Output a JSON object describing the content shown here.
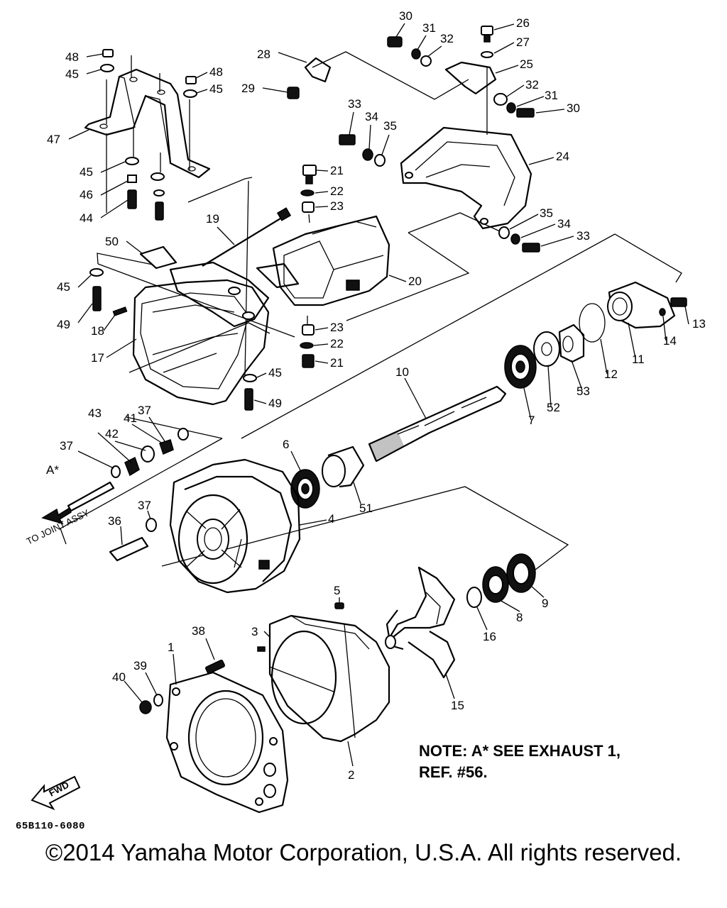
{
  "diagram": {
    "part_numbers": [
      "1",
      "2",
      "3",
      "4",
      "5",
      "6",
      "7",
      "8",
      "9",
      "10",
      "11",
      "12",
      "13",
      "14",
      "15",
      "16",
      "17",
      "18",
      "19",
      "20",
      "21",
      "22",
      "23",
      "24",
      "25",
      "26",
      "27",
      "28",
      "29",
      "30",
      "31",
      "32",
      "33",
      "34",
      "35",
      "36",
      "37",
      "38",
      "39",
      "40",
      "41",
      "42",
      "43",
      "44",
      "45",
      "46",
      "47",
      "48",
      "49",
      "50",
      "51",
      "52",
      "53"
    ],
    "side_label": "A*",
    "arrow_label": "TO JOINT ASSY",
    "fwd_label": "FWD",
    "drawing_code": "65B110-6080"
  },
  "note": {
    "line1": "NOTE: A* SEE EXHAUST 1,",
    "line2": "REF. #56."
  },
  "copyright": "©2014 Yamaha Motor Corporation, U.S.A. All rights reserved."
}
